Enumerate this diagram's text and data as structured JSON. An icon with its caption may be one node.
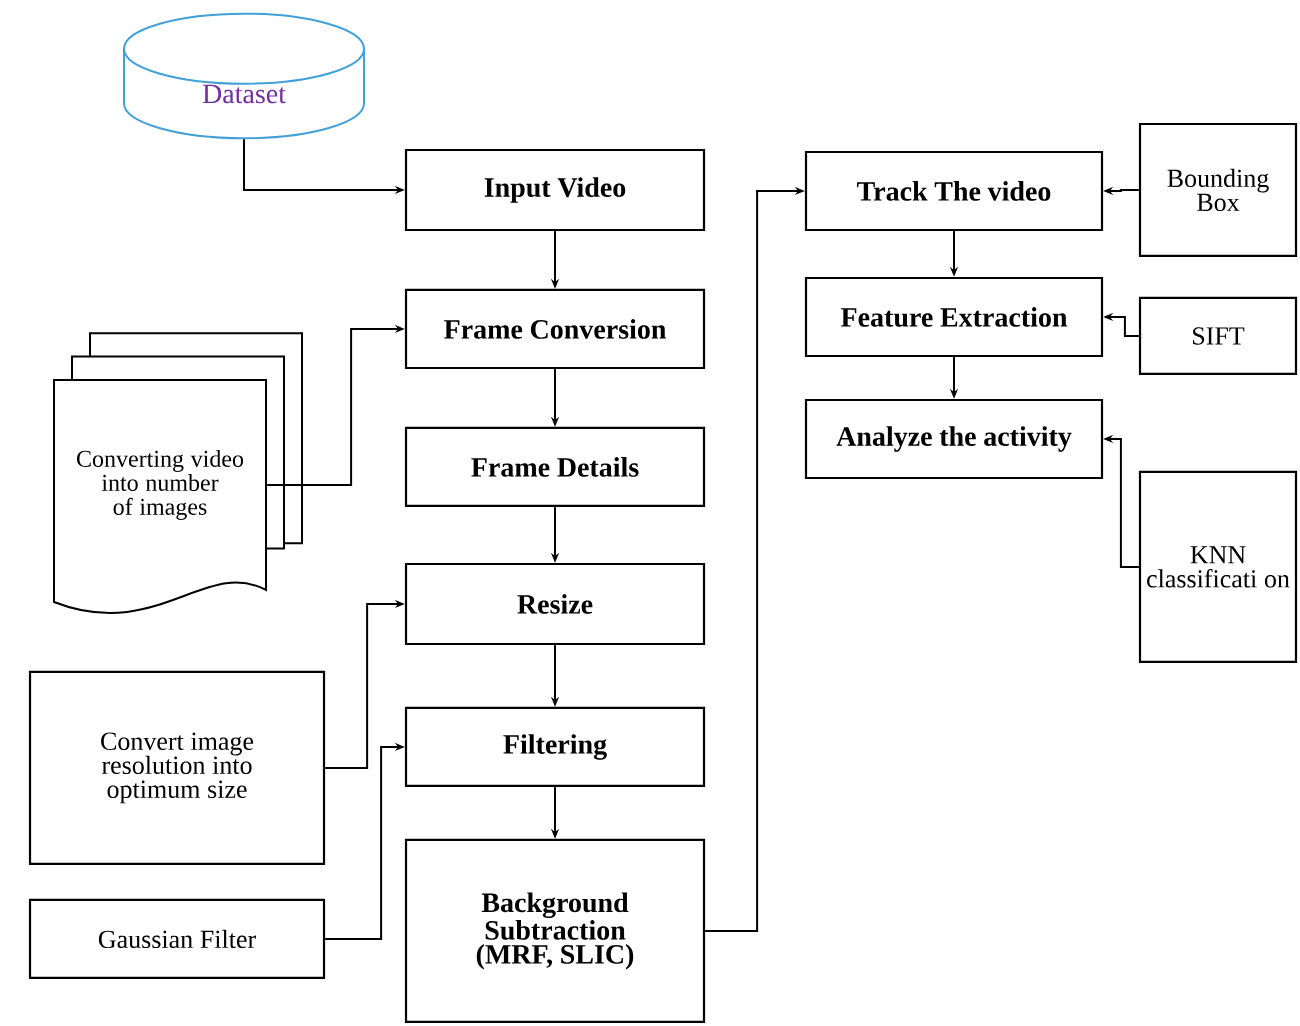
{
  "diagram": {
    "nodes": [
      {
        "text": [
          "Dataset"
        ]
      },
      {
        "text": [
          "Input Video"
        ]
      },
      {
        "text": [
          "Frame Conversion"
        ]
      },
      {
        "text": [
          "Frame Details"
        ]
      },
      {
        "text": [
          "Resize"
        ]
      },
      {
        "text": [
          "Filtering"
        ]
      },
      {
        "text": [
          "Background Subtraction (MRF, SLIC)"
        ]
      },
      {
        "text": [
          "Converting video into number of images"
        ]
      },
      {
        "text": [
          "Convert image resolution into optimum size"
        ]
      },
      {
        "text": [
          "Gaussian Filter"
        ]
      },
      {
        "text": [
          "Track The video"
        ]
      },
      {
        "text": [
          "Feature Extraction"
        ]
      },
      {
        "text": [
          "Analyze the activity"
        ]
      },
      {
        "text": [
          "Bounding Box"
        ]
      },
      {
        "text": [
          "SIFT"
        ]
      },
      {
        "text": [
          "KNN classificati on"
        ]
      }
    ],
    "edges": [
      {
        "from": 0,
        "to": 1,
        "arrow": "to"
      },
      {
        "from": 1,
        "to": 2,
        "arrow": "to"
      },
      {
        "from": 2,
        "to": 3,
        "arrow": "to"
      },
      {
        "from": 3,
        "to": 4,
        "arrow": "to"
      },
      {
        "from": 4,
        "to": 5,
        "arrow": "to"
      },
      {
        "from": 5,
        "to": 6,
        "arrow": "to"
      },
      {
        "from": 7,
        "to": 2,
        "arrow": "to"
      },
      {
        "from": 8,
        "to": 4,
        "arrow": "to"
      },
      {
        "from": 9,
        "to": 5,
        "arrow": "to"
      },
      {
        "from": 6,
        "to": 10,
        "arrow": "to"
      },
      {
        "from": 10,
        "to": 11,
        "arrow": "to"
      },
      {
        "from": 11,
        "to": 12,
        "arrow": "to"
      },
      {
        "from": 13,
        "to": 10,
        "arrow": "to"
      },
      {
        "from": 14,
        "to": 11,
        "arrow": "to"
      },
      {
        "from": 15,
        "to": 12,
        "arrow": "to"
      }
    ]
  }
}
